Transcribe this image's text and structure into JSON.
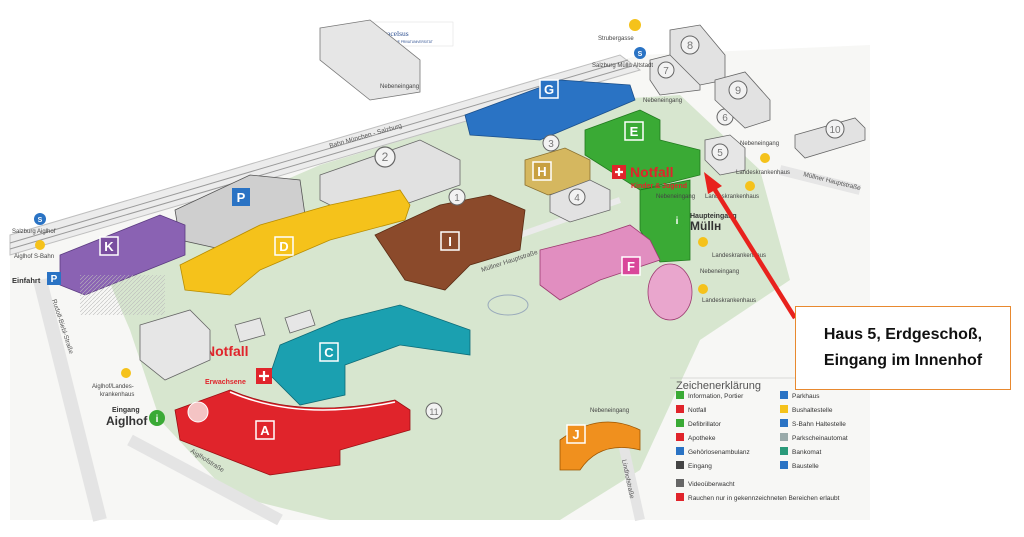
{
  "header": {
    "logo_title": "Paracelsus",
    "logo_subtitle": "MEDIZINISCHE PRIVATUNIVERSITÄT"
  },
  "streets": {
    "strubergasse": "Strubergasse",
    "bahn": "Bahn München - Salzburg",
    "muellner_hauptstrasse": "Müllner Hauptstraße",
    "muellner_hauptstrasse_2": "Müllner Hauptstraße",
    "rudolf_biebl": "Rudolf-Biebl-Straße",
    "aiglhof": "Aiglhofstraße",
    "lindhof": "Lindhofstraße"
  },
  "stops": {
    "salzburg_muelln": "Salzburg Mülln Altstadt",
    "salzburg_aiglhof": "Salzburg Aiglhof",
    "aiglhof_sbahn": "Aiglhof S-Bahn",
    "landeskrankenhaus_1": "Landeskrankenhaus",
    "landeskrankenhaus_2": "Landeskrankenhaus",
    "landeskrankenhaus_3": "Landeskrankenhaus",
    "landeskrankenhaus_4": "Landeskrankenhaus",
    "aiglhof_landes": "Aiglhof/Landes-",
    "aiglhof_landes_2": "krankenhaus"
  },
  "entrances": {
    "nebeneingang_1": "Nebeneingang",
    "nebeneingang_2": "Nebeneingang",
    "nebeneingang_3": "Nebeneingang",
    "nebeneingang_4": "Nebeneingang",
    "nebeneingang_5": "Nebeneingang",
    "nebeneingang_6": "Nebeneingang",
    "haupteingang": "Haupteingang",
    "haupteingang_place": "Müllн",
    "eingang": "Eingang",
    "eingang_place": "Aiglhof",
    "einfahrt": "Einfahrt"
  },
  "notfall": {
    "kinder_title": "Notfall",
    "kinder_sub": "Kinder & Jugend",
    "erw_title": "Notfall",
    "erw_sub": "Erwachsene"
  },
  "buildings": {
    "A": "A",
    "C": "C",
    "D": "D",
    "E": "E",
    "F": "F",
    "G": "G",
    "H": "H",
    "I": "I",
    "J": "J",
    "K": "K",
    "n1": "1",
    "n2": "2",
    "n3": "3",
    "n4": "4",
    "n5": "5",
    "n6": "6",
    "n7": "7",
    "n8": "8",
    "n9": "9",
    "n10": "10",
    "n11": "11"
  },
  "legend": {
    "title": "Zeichenerklärung",
    "items": [
      "Information, Portier",
      "Notfall",
      "Defibrillator",
      "Apotheke",
      "Gehörlosenambulanz",
      "Eingang",
      "Parkhaus",
      "Bushaltestelle",
      "S-Bahn Haltestelle",
      "Parkscheinautomat",
      "Bankomat",
      "Baustelle",
      "Videoüberwacht",
      "Rauchen nur in gekennzeichneten Bereichen erlaubt"
    ]
  },
  "callout": {
    "line1": "Haus 5, Erdgeschoß,",
    "line2": "Eingang im Innenhof"
  },
  "colors": {
    "A": "#e0242b",
    "C": "#1ba0b0",
    "D": "#f5c21b",
    "E": "#3aaa35",
    "F": "#d9479a",
    "G": "#2a73c4",
    "H": "#c8a040",
    "I": "#8b4a2b",
    "J": "#f0901e",
    "K": "#7a4fa0",
    "arrow": "#e8221d",
    "ground": "#d9e8d2"
  }
}
